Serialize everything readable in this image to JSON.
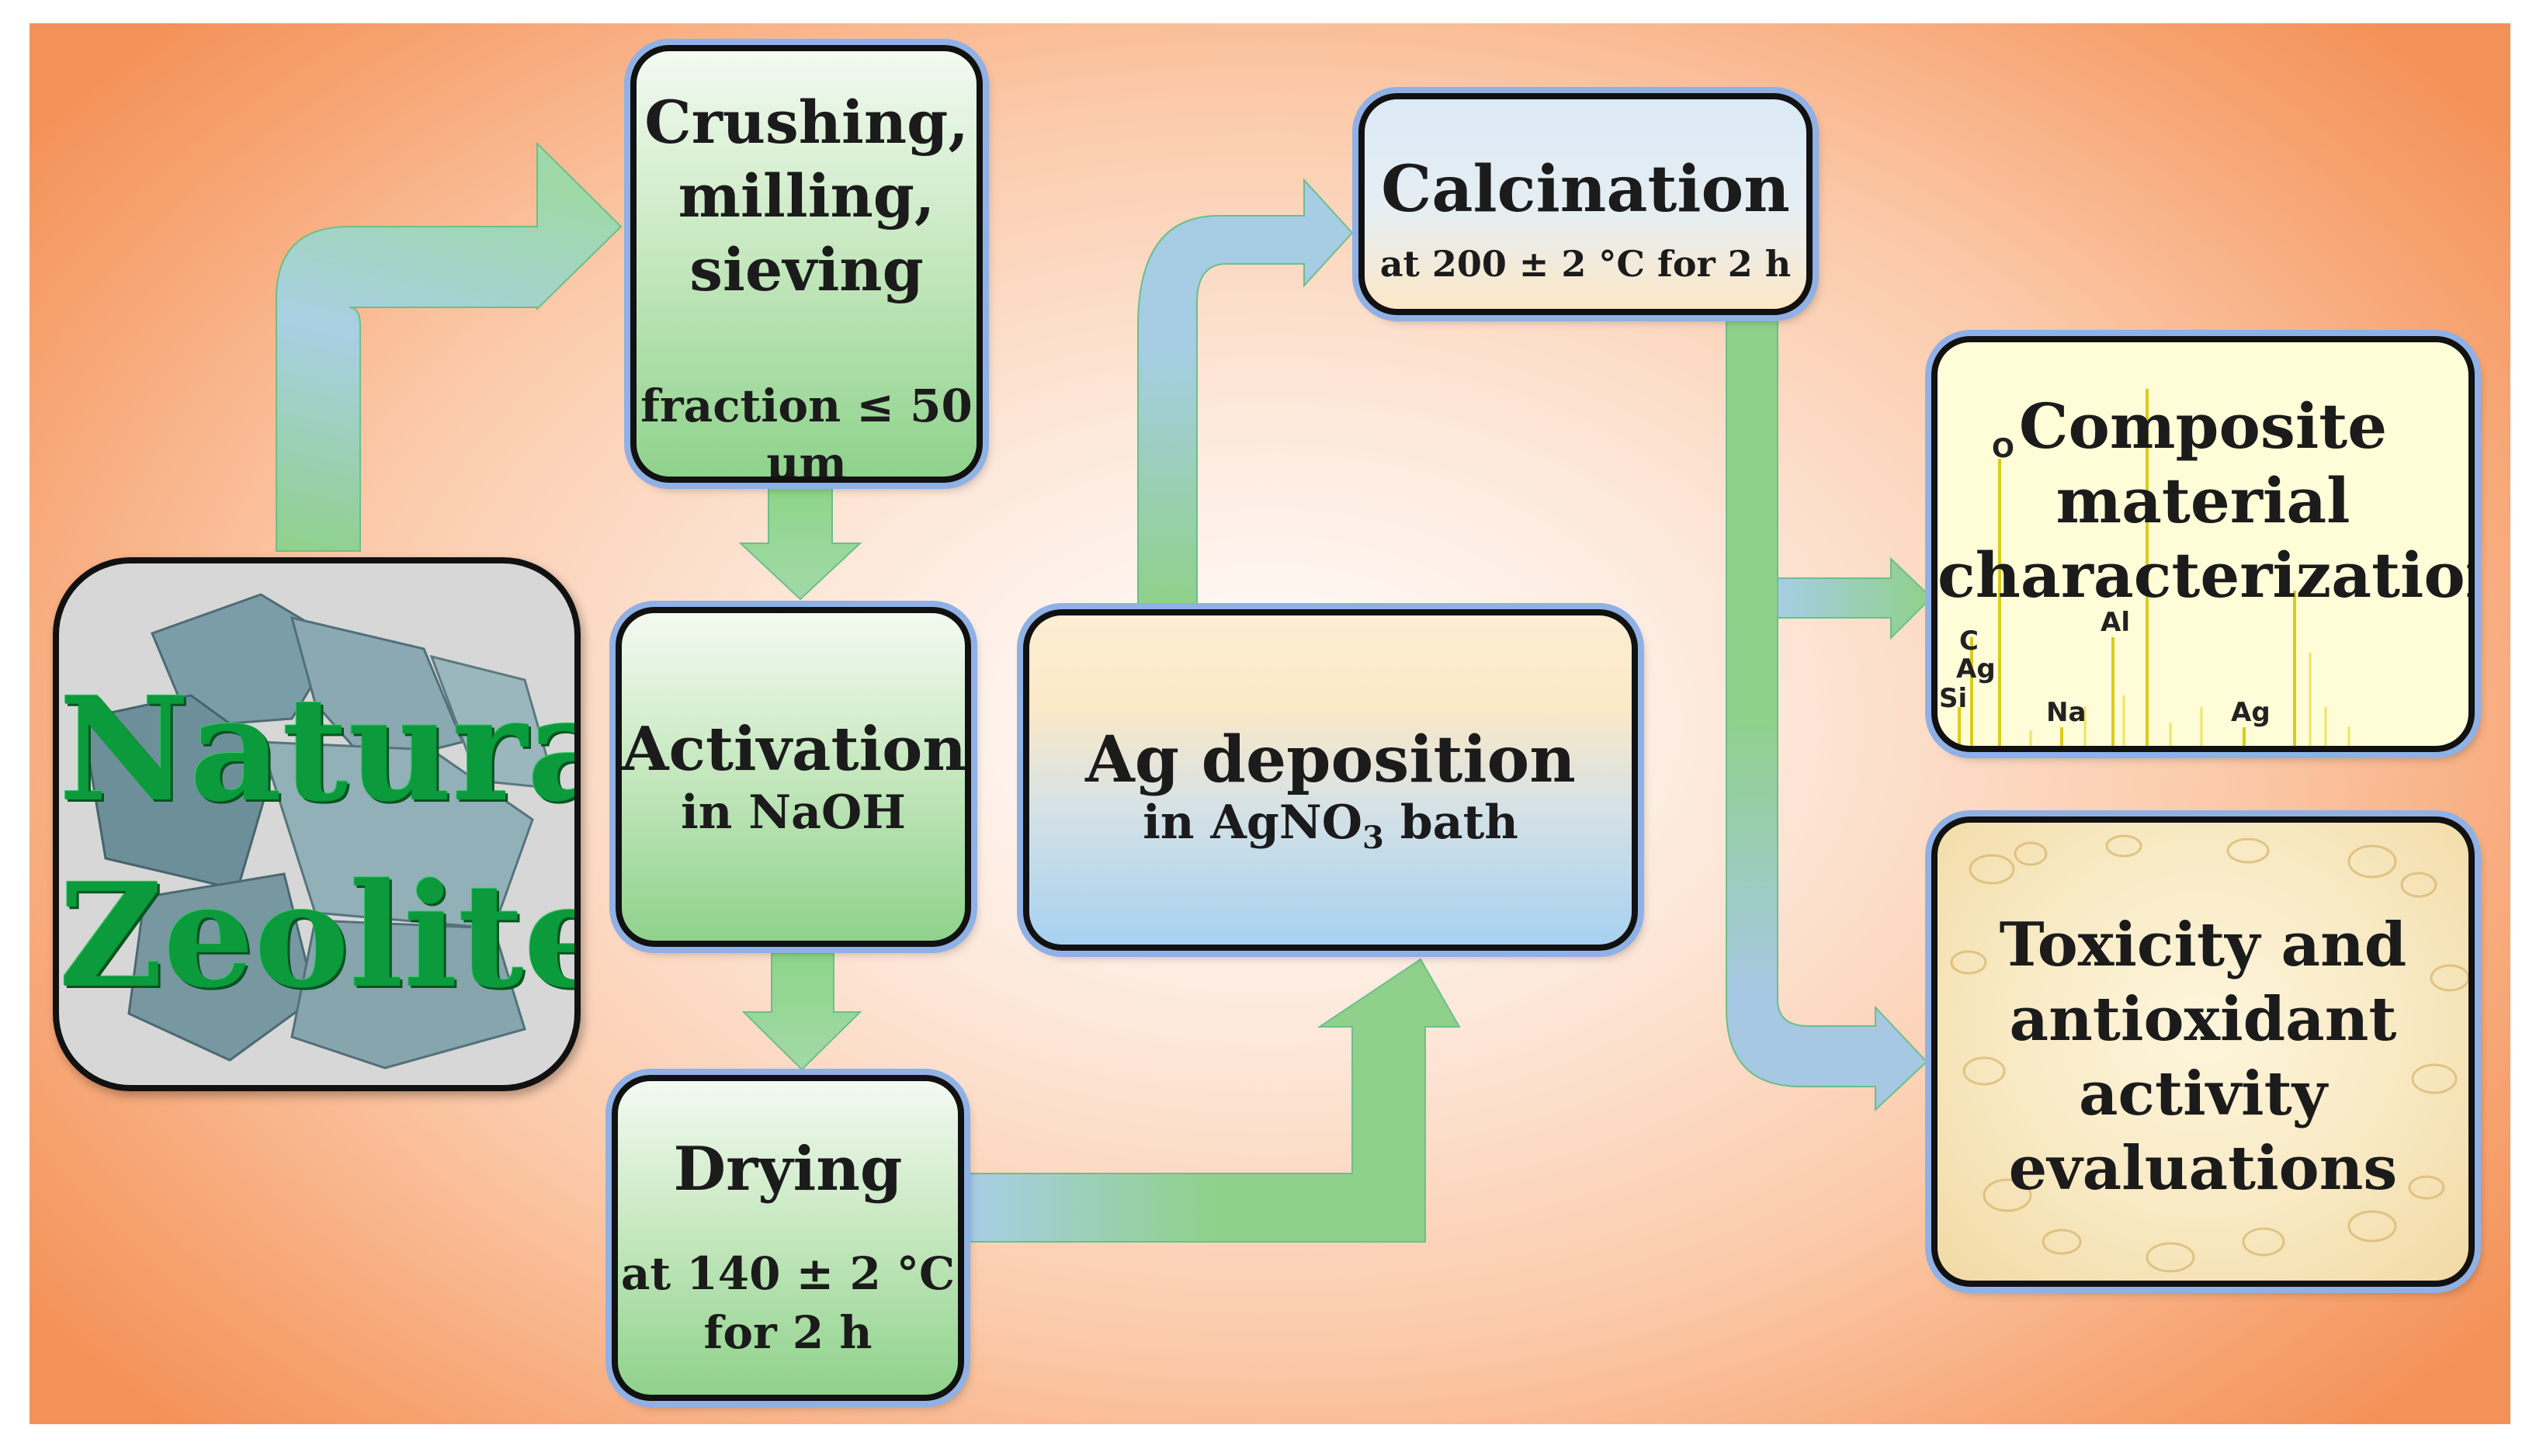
{
  "start": {
    "label_line1": "Natural",
    "label_line2": "Zeolite"
  },
  "steps": {
    "crushing": {
      "title_line1": "Crushing,",
      "title_line2": "milling,",
      "title_line3": "sieving",
      "sub_line1": "fraction ≤ 50",
      "sub_line2": "μm"
    },
    "activation": {
      "title": "Activation",
      "sub": "in NaOH"
    },
    "drying": {
      "title": "Drying",
      "sub_line1": "at 140 ± 2 °C",
      "sub_line2": "for 2 h"
    },
    "deposition": {
      "title": "Ag deposition",
      "sub_prefix": "in AgNO",
      "sub_subscript": "3",
      "sub_suffix": " bath"
    },
    "calcination": {
      "title": "Calcination",
      "sub": "at 200 ± 2 °C for 2 h"
    }
  },
  "outcomes": {
    "characterization": {
      "title_line1": "Composite",
      "title_line2": "material",
      "title_line3": "characterizations",
      "spectrum_labels": {
        "o": "O",
        "c": "C",
        "ag1": "Ag",
        "si": "Si",
        "na": "Na",
        "al": "Al",
        "ag2": "Ag"
      }
    },
    "toxicity": {
      "title_line1": "Toxicity and",
      "title_line2": "antioxidant",
      "title_line3": "activity",
      "title_line4": "evaluations"
    }
  },
  "colors": {
    "arrow_green": "#8fd18a",
    "arrow_blue": "#a6c8e2",
    "box_border": "#111111",
    "title_green": "#0b9a3c"
  }
}
